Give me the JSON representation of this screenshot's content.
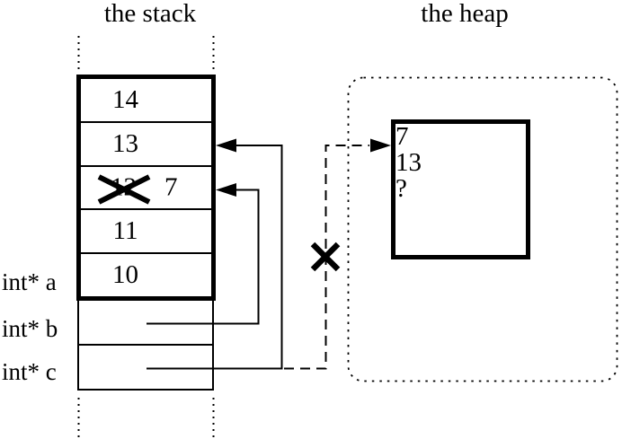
{
  "stack": {
    "title": "the stack",
    "slots": [
      {
        "value": "14"
      },
      {
        "value": "13"
      },
      {
        "old_value": "12",
        "value": "7",
        "crossed_out": true
      },
      {
        "value": "11"
      },
      {
        "value": "10"
      }
    ],
    "pointer_labels": {
      "a": "int* a",
      "b": "int* b",
      "c": "int* c"
    }
  },
  "heap": {
    "title": "the heap",
    "slots": [
      {
        "value": "7"
      },
      {
        "value": "13"
      },
      {
        "value": "?"
      }
    ]
  },
  "pointers": [
    {
      "from": "int* b",
      "to": "stack slot with 7",
      "style": "solid"
    },
    {
      "from": "int* c",
      "to": "stack slot with 13",
      "style": "solid"
    },
    {
      "from": "int* c",
      "to": "heap slot with 7",
      "style": "dashed",
      "crossed_out": true
    }
  ],
  "colors": {
    "ink": "#000000",
    "background": "#ffffff"
  }
}
